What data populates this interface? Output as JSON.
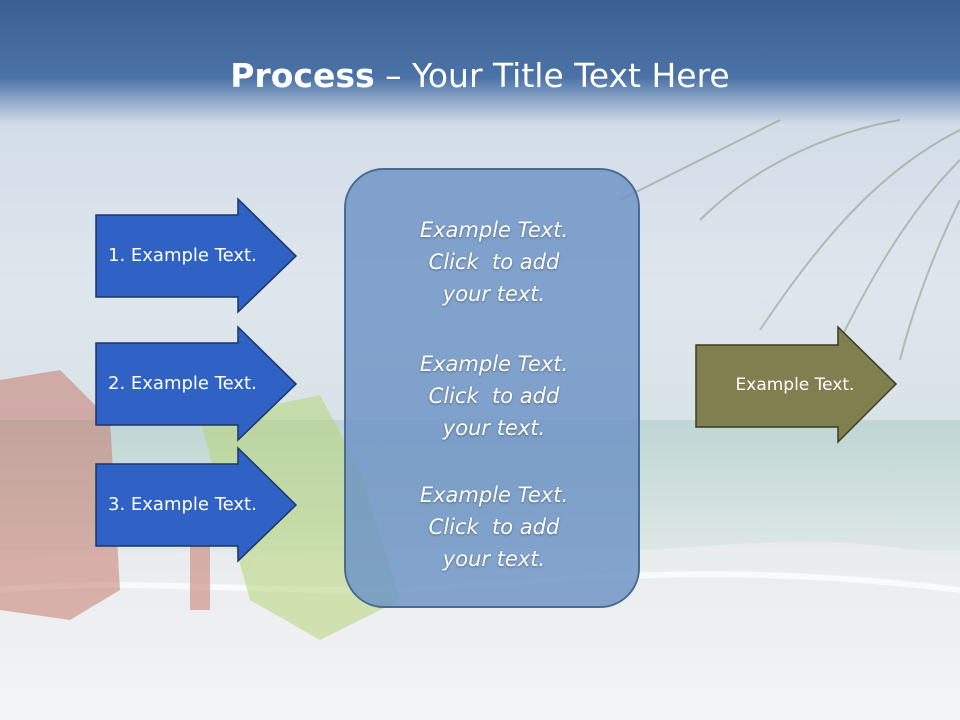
{
  "slide": {
    "title_strong": "Process",
    "title_rest": " – Your Title Text Here"
  },
  "inputs": [
    {
      "label": "1. Example Text."
    },
    {
      "label": "2. Example Text."
    },
    {
      "label": "3. Example Text."
    }
  ],
  "center_box": {
    "blocks": [
      {
        "lines": [
          "Example Text.",
          "Click  to add",
          "your text."
        ]
      },
      {
        "lines": [
          "Example Text.",
          "Click  to add",
          "your text."
        ]
      },
      {
        "lines": [
          "Example Text.",
          "Click  to add",
          "your text."
        ]
      }
    ]
  },
  "output": {
    "label": "Example Text."
  },
  "colors": {
    "title_band": "#4b72a6",
    "input_arrow_fill": "#2f62c4",
    "input_arrow_stroke": "#1d3567",
    "center_box_fill": "#6b92c4",
    "output_arrow_fill": "#807f50",
    "output_arrow_stroke": "#3b3b1f"
  }
}
